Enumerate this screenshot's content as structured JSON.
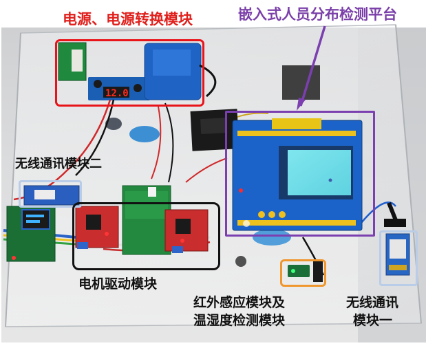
{
  "labels": {
    "power_module": "电源、电源转换模块",
    "embedded_platform": "嵌入式人员分布检测平台",
    "wireless_module_2": "无线通讯模块二",
    "motor_driver": "电机驱动模块",
    "ir_temp_humidity_line1": "红外感应模块及",
    "ir_temp_humidity_line2": "温湿度检测模块",
    "wireless_module_1_line1": "无线通讯",
    "wireless_module_1_line2": "模块一"
  },
  "display": {
    "voltage_readout": "12.0"
  },
  "colors": {
    "power_label": "#e0201c",
    "platform_label": "#7a3fa8",
    "power_box": "#e8141a",
    "platform_box": "#7b3fb0",
    "motor_box": "#111111",
    "wireless_box": "#b9cce8",
    "ir_box": "#f0962e",
    "text_dark": "#111111"
  }
}
